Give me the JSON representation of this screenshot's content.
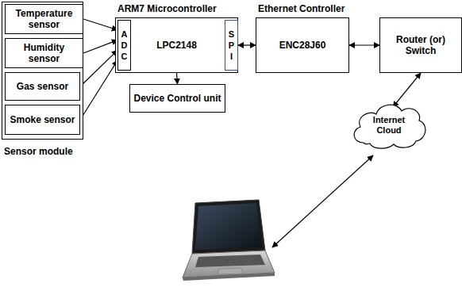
{
  "diagram": {
    "nodes": [
      {
        "text": [
          "Sensor module"
        ]
      },
      {
        "text": [
          "Temperature sensor"
        ],
        "in": 0
      },
      {
        "text": [
          "Humidity sensor"
        ],
        "in": 0
      },
      {
        "text": [
          "Gas sensor"
        ],
        "in": 0
      },
      {
        "text": [
          "Smoke sensor"
        ],
        "in": 0
      },
      {
        "text": [
          "ARM7 Microcontroller",
          "LPC2148"
        ]
      },
      {
        "text": [
          "A D C"
        ],
        "in": 5
      },
      {
        "text": [
          "S P I"
        ],
        "in": 5
      },
      {
        "text": [
          "Device Control unit"
        ]
      },
      {
        "text": [
          "Ethernet Controller",
          "ENC28J60"
        ]
      },
      {
        "text": [
          "Router (or) Switch"
        ]
      },
      {
        "text": [
          "Internet Cloud"
        ]
      }
    ],
    "edges": [
      {
        "from": 1,
        "to": 6,
        "arrow": "to"
      },
      {
        "from": 2,
        "to": 6,
        "arrow": "to"
      },
      {
        "from": 3,
        "to": 6,
        "arrow": "to"
      },
      {
        "from": 4,
        "to": 6,
        "arrow": "to"
      },
      {
        "from": 5,
        "to": 8,
        "arrow": "to"
      },
      {
        "from": 7,
        "to": 9,
        "arrow": "both"
      },
      {
        "from": 9,
        "to": 10,
        "arrow": "both"
      },
      {
        "from": 10,
        "to": 11,
        "arrow": "both"
      }
    ]
  }
}
